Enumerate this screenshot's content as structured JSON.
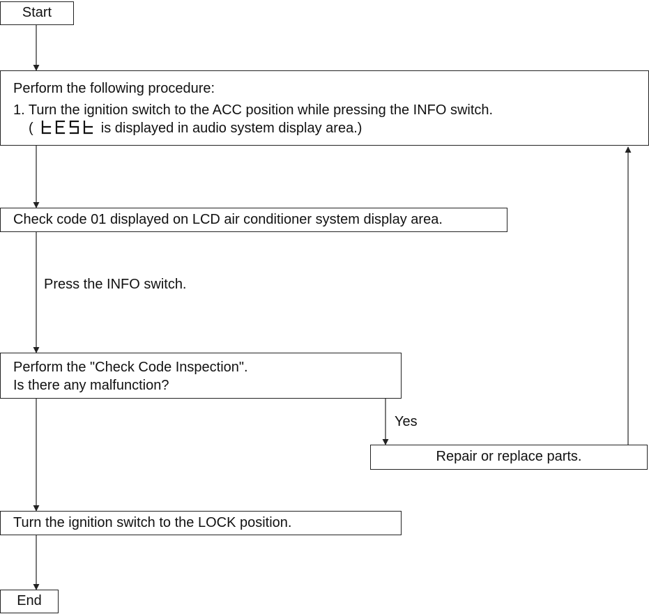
{
  "flowchart": {
    "start": "Start",
    "procedure": {
      "title": "Perform the following procedure:",
      "step_number": "1.",
      "step_text": "Turn the ignition switch to the ACC position while pressing the INFO switch.",
      "note_open": "(",
      "note_display": "tESt",
      "note_text": "is displayed in audio system display area.)"
    },
    "check_code": "Check code 01 displayed on LCD air conditioner system display area.",
    "press_info": "Press the INFO switch.",
    "inspection": {
      "line1": "Perform the \"Check Code Inspection\".",
      "line2": "Is there any malfunction?"
    },
    "yes_label": "Yes",
    "repair": "Repair or replace parts.",
    "lock": "Turn the ignition switch to the LOCK position.",
    "end": "End"
  }
}
